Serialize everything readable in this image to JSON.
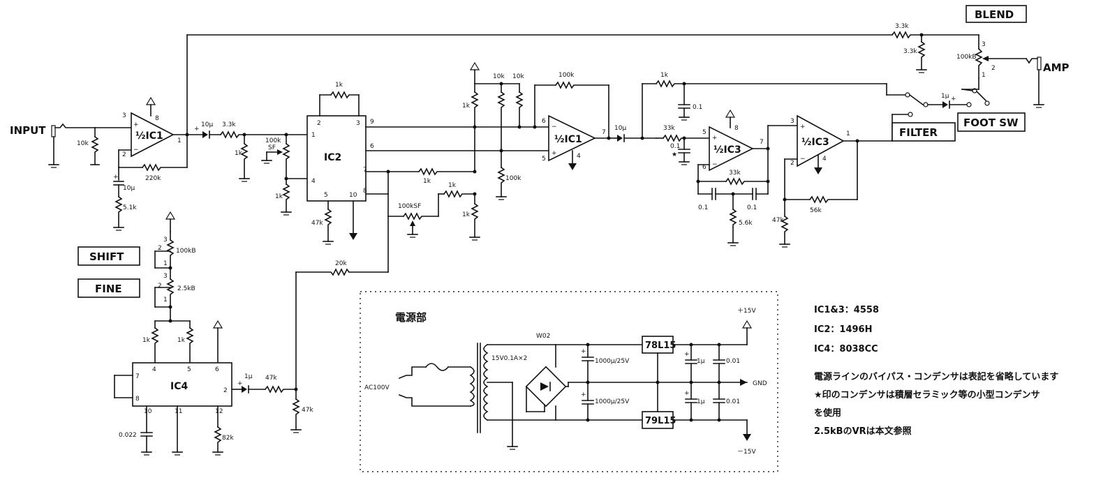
{
  "labels": {
    "input": "INPUT",
    "blend": "BLEND",
    "amp": "AMP",
    "foot_sw": "FOOT SW",
    "filter": "FILTER",
    "shift": "SHIFT",
    "fine": "FINE",
    "power_section": "電源部",
    "ac": "AC100V",
    "plus15": "＋15V",
    "minus15": "－15V",
    "gnd": "GND",
    "w02": "W02",
    "transformer": "15V0.1A×2",
    "reg_pos": "78L15",
    "reg_neg": "79L15"
  },
  "ics": {
    "ic1a": "½IC1",
    "ic1b": "½IC1",
    "ic2": "IC2",
    "ic3a": "½IC3",
    "ic3b": "½IC3",
    "ic4": "IC4"
  },
  "values": {
    "r_in": "10k",
    "c_in": "10μ",
    "r_in2": "3.3k",
    "r_fb1": "220k",
    "c_gnd1": "10μ",
    "r_gnd1": "5.1k",
    "r_bias1": "1k",
    "pot_sf1": "100k",
    "sf": "SF",
    "r_bias2": "1k",
    "r_ic2top": "1k",
    "r_ic2_20k": "20k",
    "r_ic2_47k": "47k",
    "r_ic2_1ka": "1k",
    "r_ic2_1kb": "1k",
    "pot_sf2": "100kSF",
    "r_div1": "1k",
    "r_div2": "10k",
    "r_div3": "10k",
    "r_div4": "100k",
    "r_div5": "1k",
    "r_fb2": "100k",
    "c_out2": "10μ",
    "r_lp1": "1k",
    "c_lp1": "0.1",
    "r_filt": "33k",
    "c_filt": "0.1",
    "r_filt2": "33k",
    "c_star1": "0.1",
    "c_star2": "0.1",
    "r_56": "5.6k",
    "r_56k": "56k",
    "r_47": "47k",
    "c_sw": "1μ",
    "r_blend1": "3.3k",
    "r_blend2": "3.3k",
    "pot_blend": "100kB",
    "pot_shift": "100kB",
    "pot_fine": "2.5kB",
    "r_ic4a": "1k",
    "r_ic4b": "1k",
    "c_ic4": "0.022",
    "r_ic4c": "82k",
    "c_ic4out": "1μ",
    "r_ic4out": "47k",
    "r_ic4gnd": "47k",
    "c_ps1": "1000μ/25V",
    "c_ps2": "1000μ/25V",
    "c_ps3": "1μ",
    "c_ps4": "1μ",
    "c_ps5": "0.01",
    "c_ps6": "0.01",
    "star": "★"
  },
  "pins": {
    "p1": "1",
    "p2": "2",
    "p3": "3",
    "p4": "4",
    "p5": "5",
    "p6": "6",
    "p7": "7",
    "p8": "8",
    "p9": "9",
    "p10": "10",
    "p11": "11",
    "p12": "12",
    "plus": "+",
    "minus": "−"
  },
  "notes": {
    "ic13": "IC1&3：4558",
    "ic2": "IC2：1496H",
    "ic4": "IC4：8038CC",
    "jp1": "電源ラインのバイパス・コンデンサは表記を省略しています",
    "jp2": "★印のコンデンサは積層セラミック等の小型コンデンサ",
    "jp3": "を使用",
    "jp4": "2.5kBのVRは本文参照"
  }
}
